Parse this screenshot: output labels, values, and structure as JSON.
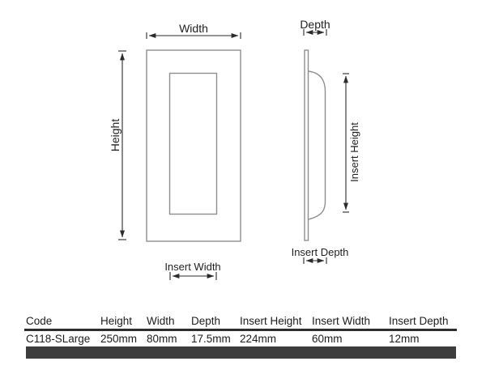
{
  "diagram": {
    "front_view": {
      "width_label": "Width",
      "height_label": "Height",
      "insert_width_label": "Insert Width"
    },
    "side_view": {
      "depth_label": "Depth",
      "insert_height_label": "Insert Height",
      "insert_depth_label": "Insert Depth"
    }
  },
  "table": {
    "headers": [
      "Code",
      "Height",
      "Width",
      "Depth",
      "Insert Height",
      "Insert Width",
      "Insert Depth"
    ],
    "rows": [
      [
        "C118-SLarge",
        "250mm",
        "80mm",
        "17.5mm",
        "224mm",
        "60mm",
        "12mm"
      ]
    ]
  },
  "colors": {
    "background": "#ffffff",
    "drawing_outline": "#8f8f8f",
    "dimension_lines": "#2b2b2b",
    "text": "#1c1c1c",
    "table_rule": "#2e2e2e",
    "footer_bar": "#3d3d3d"
  }
}
